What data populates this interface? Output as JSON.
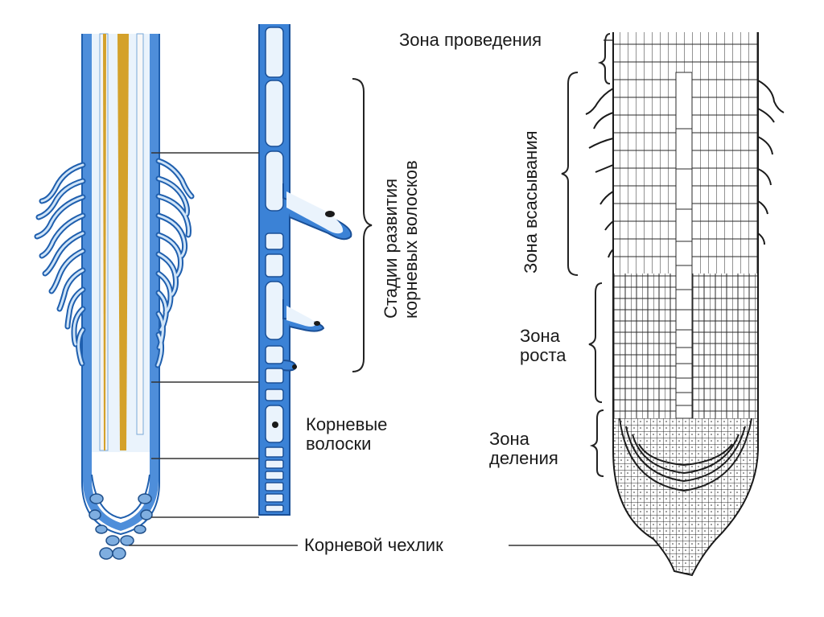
{
  "labels": {
    "conduction_zone": "Зона проведения",
    "absorption_zone": "Зона всасывания",
    "growth_zone_line1": "Зона",
    "growth_zone_line2": "роста",
    "division_zone_line1": "Зона",
    "division_zone_line2": "деления",
    "root_hairs_line1": "Корневые",
    "root_hairs_line2": "волоски",
    "root_cap": "Корневой чехлик",
    "hair_stages_line1": "Стадии развития",
    "hair_stages_line2": "корневых волосков"
  },
  "colors": {
    "root_blue": "#3b82d6",
    "root_light_blue": "#cfe4f8",
    "vascular_orange": "#d4a12a",
    "ink": "#1a1a1a",
    "tissue_line": "#2a2a2a"
  }
}
